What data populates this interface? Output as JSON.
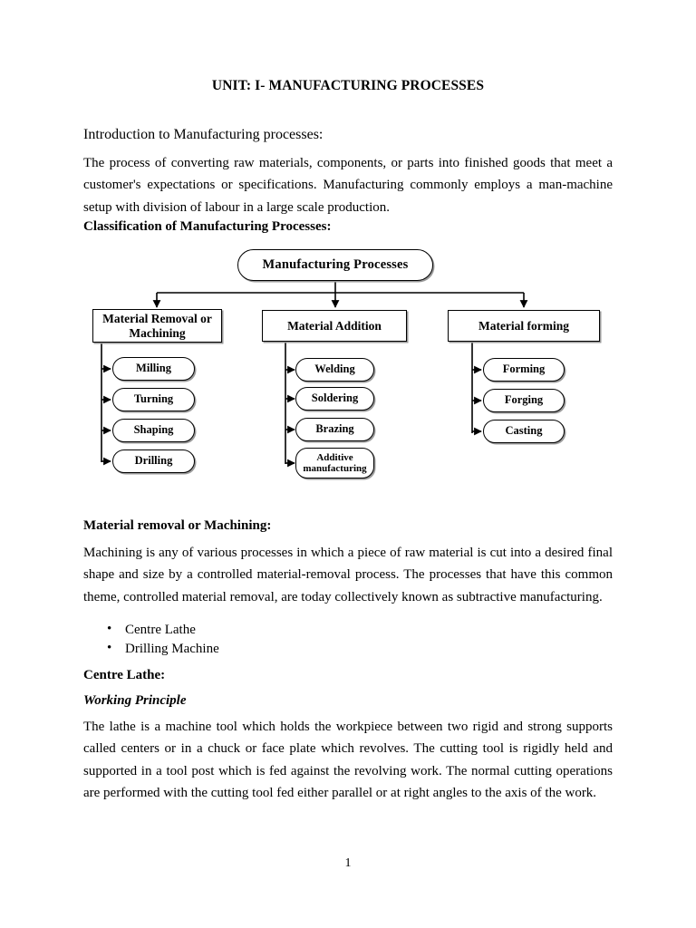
{
  "document": {
    "title": "UNIT: I- MANUFACTURING PROCESSES",
    "page_number": "1"
  },
  "sections": {
    "intro_heading": "Introduction to Manufacturing processes:",
    "intro_paragraph": "The process of converting raw materials, components, or parts into finished goods that meet a customer's expectations or specifications. Manufacturing commonly employs a man-machine setup with division of labour in a large scale production.",
    "classification_heading": "Classification of Manufacturing Processes:",
    "machining_heading": "Material removal or Machining:",
    "machining_paragraph": "Machining is any of various processes in which a piece of raw material is cut into a desired final shape and size by a controlled material-removal process. The processes that have this common theme, controlled material removal, are today collectively known as subtractive manufacturing.",
    "machining_list": [
      "Centre Lathe",
      "Drilling Machine"
    ],
    "centre_lathe_heading": "Centre Lathe:",
    "working_principle_heading": "Working Principle",
    "working_principle_paragraph": "The lathe is a machine tool which holds the workpiece between two rigid and strong supports called centers or in a chuck or face plate which revolves. The cutting tool is rigidly held and supported in a tool post which is fed against the revolving work. The normal cutting operations are performed with the cutting tool fed either parallel or at right angles to the axis of the work."
  },
  "diagram": {
    "root": "Manufacturing Processes",
    "branches": [
      {
        "label": "Material Removal or Machining",
        "children": [
          "Milling",
          "Turning",
          "Shaping",
          "Drilling"
        ]
      },
      {
        "label": "Material Addition",
        "children": [
          "Welding",
          "Soldering",
          "Brazing",
          "Additive manufacturing"
        ]
      },
      {
        "label": "Material forming",
        "children": [
          "Forming",
          "Forging",
          "Casting"
        ]
      }
    ],
    "colors": {
      "line": "#000000",
      "box_border": "#000000",
      "box_fill": "#ffffff",
      "shadow": "#9a9a9a"
    }
  }
}
